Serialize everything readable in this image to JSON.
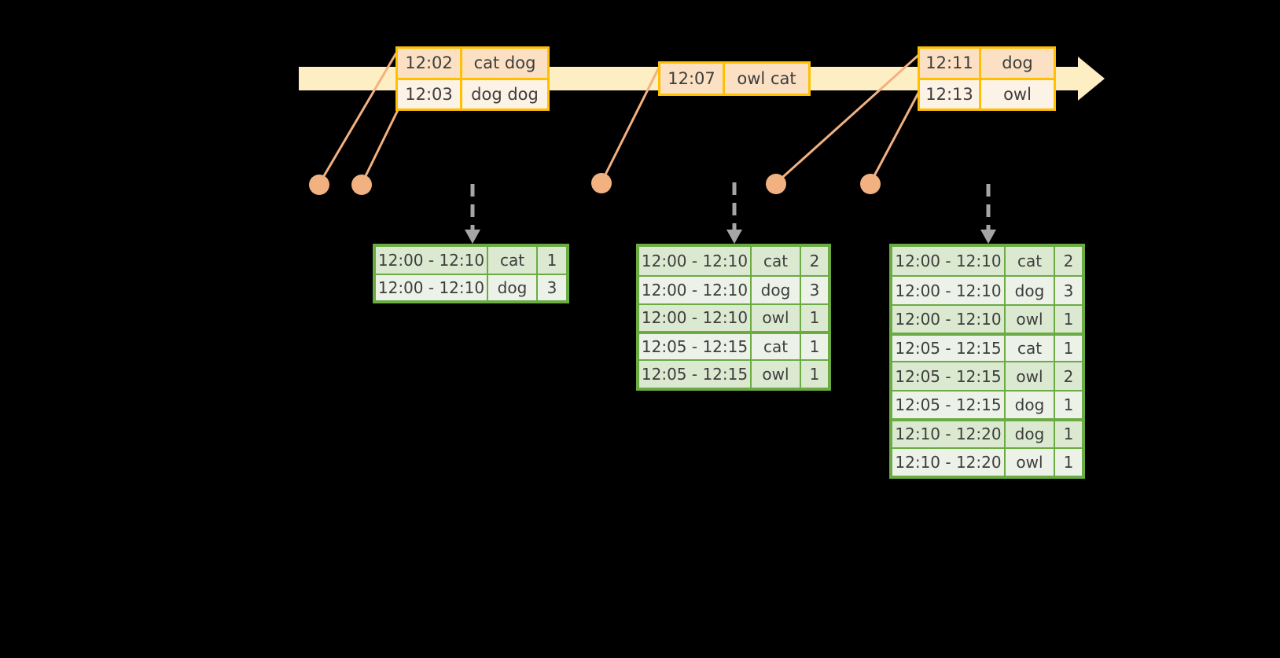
{
  "diagram": {
    "title": "windowed-aggregation-timeline",
    "colors": {
      "timeline_fill": "#fdeec4",
      "event_border": "#ffc000",
      "event_fill_shaded": "#fbe0c4",
      "event_fill_plain": "#fdf2e6",
      "table_border": "#6aab44",
      "table_fill_shaded": "#dce9d1",
      "table_fill_plain": "#edf2e8",
      "dot": "#f2b180",
      "connector": "#f2b180",
      "dashed_arrow": "#a6a6a6",
      "text": "#3d3d3d",
      "background": "#000000"
    }
  },
  "timeline": {
    "name": "event-timeline",
    "arrow_direction": "right"
  },
  "event_boxes": [
    {
      "name": "event-box-1",
      "rows": [
        {
          "time": "12:02",
          "value": "cat dog"
        },
        {
          "time": "12:03",
          "value": "dog dog"
        }
      ]
    },
    {
      "name": "event-box-2",
      "rows": [
        {
          "time": "12:07",
          "value": "owl cat"
        }
      ]
    },
    {
      "name": "event-box-3",
      "rows": [
        {
          "time": "12:11",
          "value": "dog"
        },
        {
          "time": "12:13",
          "value": "owl"
        }
      ]
    }
  ],
  "markers": [
    {
      "name": "event-marker-1"
    },
    {
      "name": "event-marker-2"
    },
    {
      "name": "event-marker-3"
    },
    {
      "name": "event-marker-4"
    },
    {
      "name": "event-marker-5"
    }
  ],
  "result_tables": [
    {
      "name": "result-table-1",
      "rows": [
        {
          "window": "12:00 - 12:10",
          "key": "cat",
          "count": "1",
          "shade": "shaded",
          "group": 0
        },
        {
          "window": "12:00 - 12:10",
          "key": "dog",
          "count": "3",
          "shade": "plain",
          "group": 0
        }
      ]
    },
    {
      "name": "result-table-2",
      "rows": [
        {
          "window": "12:00 - 12:10",
          "key": "cat",
          "count": "2",
          "shade": "shaded",
          "group": 0
        },
        {
          "window": "12:00 - 12:10",
          "key": "dog",
          "count": "3",
          "shade": "plain",
          "group": 0
        },
        {
          "window": "12:00 - 12:10",
          "key": "owl",
          "count": "1",
          "shade": "shaded",
          "group": 0
        },
        {
          "window": "12:05 - 12:15",
          "key": "cat",
          "count": "1",
          "shade": "plain",
          "group": 1
        },
        {
          "window": "12:05 - 12:15",
          "key": "owl",
          "count": "1",
          "shade": "shaded",
          "group": 1
        }
      ]
    },
    {
      "name": "result-table-3",
      "rows": [
        {
          "window": "12:00 - 12:10",
          "key": "cat",
          "count": "2",
          "shade": "shaded",
          "group": 0
        },
        {
          "window": "12:00 - 12:10",
          "key": "dog",
          "count": "3",
          "shade": "plain",
          "group": 0
        },
        {
          "window": "12:00 - 12:10",
          "key": "owl",
          "count": "1",
          "shade": "shaded",
          "group": 0
        },
        {
          "window": "12:05 - 12:15",
          "key": "cat",
          "count": "1",
          "shade": "plain",
          "group": 1
        },
        {
          "window": "12:05 - 12:15",
          "key": "owl",
          "count": "2",
          "shade": "shaded",
          "group": 1
        },
        {
          "window": "12:05 - 12:15",
          "key": "dog",
          "count": "1",
          "shade": "plain",
          "group": 1
        },
        {
          "window": "12:10 - 12:20",
          "key": "dog",
          "count": "1",
          "shade": "shaded",
          "group": 2
        },
        {
          "window": "12:10 - 12:20",
          "key": "owl",
          "count": "1",
          "shade": "plain",
          "group": 2
        }
      ]
    }
  ]
}
